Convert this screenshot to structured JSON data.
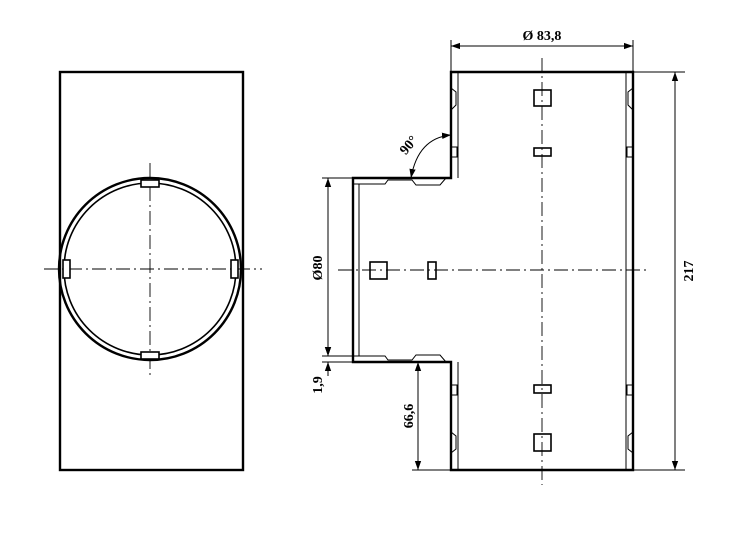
{
  "dimensions": {
    "diameter_top": "Ø 83,8",
    "height_total": "217",
    "angle": "90°",
    "diameter_branch": "Ø80",
    "wall_thickness": "1,9",
    "branch_offset": "66,6"
  }
}
